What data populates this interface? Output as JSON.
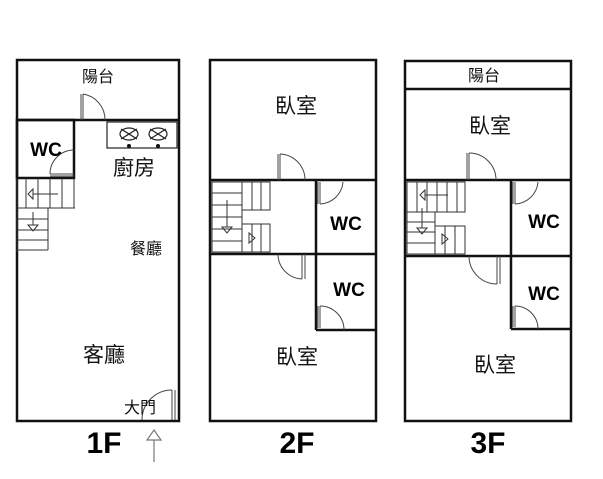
{
  "floors": [
    {
      "label": "1F",
      "rooms": {
        "balcony": "陽台",
        "wc": "WC",
        "kitchen": "廚房",
        "dining": "餐廳",
        "living": "客廳",
        "main_door": "大門"
      }
    },
    {
      "label": "2F",
      "rooms": {
        "bedroom_front": "臥室",
        "wc_1": "WC",
        "wc_2": "WC",
        "bedroom_rear": "臥室"
      }
    },
    {
      "label": "3F",
      "rooms": {
        "balcony": "陽台",
        "bedroom_front": "臥室",
        "wc_1": "WC",
        "wc_2": "WC",
        "bedroom_rear": "臥室"
      }
    }
  ],
  "entrance_arrow": "arrow-up-icon"
}
